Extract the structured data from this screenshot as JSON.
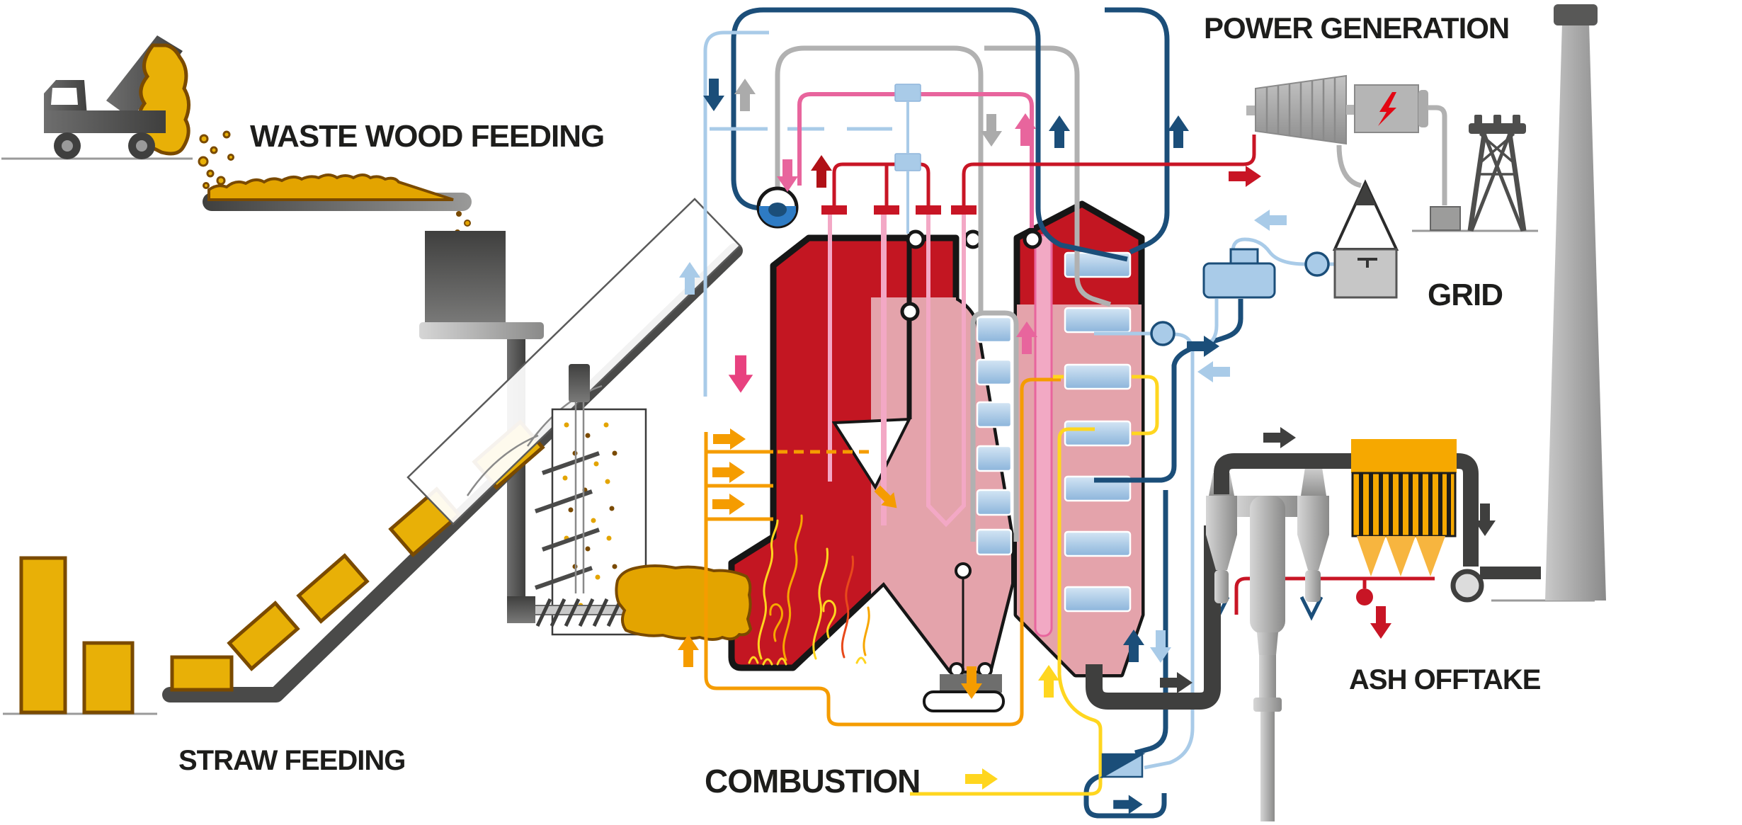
{
  "diagram_title": "Biomass combined heat and power plant process diagram",
  "labels": {
    "waste_wood": "WASTE WOOD FEEDING",
    "straw": "STRAW FEEDING",
    "combustion": "COMBUSTION",
    "power_generation": "POWER GENERATION",
    "grid": "GRID",
    "ash_offtake": "ASH OFFTAKE"
  },
  "colors": {
    "boiler_red": "#C31622",
    "outline_black": "#161616",
    "steam_red": "#C81525",
    "water_navy": "#1B4E79",
    "condensate_light_blue": "#A9CBE8",
    "drum_blue": "#2E7BC4",
    "flue_gray": "#B1B1B1",
    "duct_dark_gray": "#3F3F3E",
    "air_orange": "#F59C00",
    "hot_air_yellow": "#FFD61F",
    "steam_pink": "#E8659D",
    "tube_light_pink": "#F3A8C5",
    "fuel_yellow": "#E8B007",
    "fuel_outline_brown": "#7A4A00",
    "label_text": "#1d1d1b"
  },
  "components": [
    "dump-truck",
    "waste-wood-conveyor",
    "wood-hopper",
    "straw-bales",
    "straw-conveyor",
    "fuel-chute",
    "screw-feeder",
    "furnace",
    "flames",
    "grate-ash-discharge",
    "steam-drum",
    "superheater-headers",
    "superheater-tubes",
    "heat-exchanger-bank-1",
    "heat-exchanger-bank-2",
    "second-pass",
    "spray-water-valves",
    "feedwater-tank",
    "feedwater-pumps",
    "air-heat-exchanger",
    "flue-gas-duct",
    "cyclones",
    "bag-filter",
    "id-fan",
    "chimney",
    "steam-turbine",
    "generator",
    "condenser",
    "transformer",
    "transmission-tower"
  ],
  "flows": [
    {
      "name": "live steam",
      "color": "#C81525",
      "direction": "boiler to turbine"
    },
    {
      "name": "boiler water circulation",
      "color": "#1B4E79",
      "direction": "drum loop"
    },
    {
      "name": "condensate / feedwater",
      "color": "#A9CBE8",
      "direction": "condenser to boiler"
    },
    {
      "name": "flue gas",
      "color": "#B1B1B1",
      "direction": "boiler to stack"
    },
    {
      "name": "combustion air",
      "color": "#F59C00",
      "direction": "into furnace"
    },
    {
      "name": "preheated air",
      "color": "#FFD61F",
      "direction": "air heater loop"
    },
    {
      "name": "steam (superheater)",
      "color": "#E8659D",
      "direction": "up"
    },
    {
      "name": "ash",
      "color": "#C81525",
      "direction": "down"
    },
    {
      "name": "electric power",
      "color": "#9C9C9B",
      "direction": "generator to grid"
    }
  ]
}
